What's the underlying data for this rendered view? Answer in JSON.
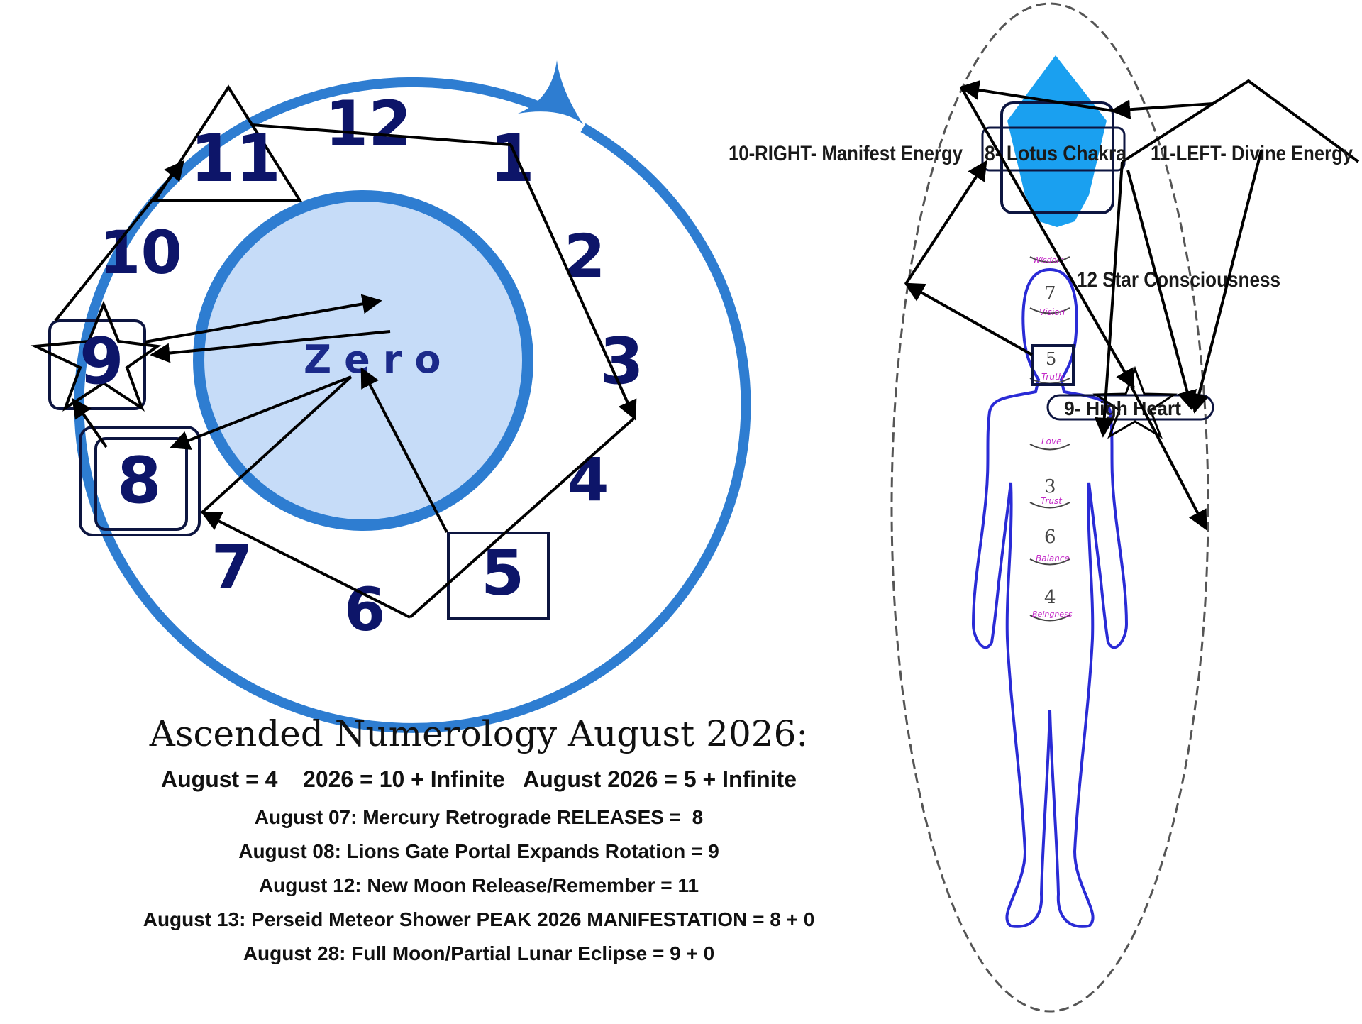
{
  "wheel": {
    "numbers": [
      "1",
      "2",
      "3",
      "4",
      "5",
      "6",
      "7",
      "8",
      "9",
      "10",
      "11",
      "12"
    ],
    "center_label": "Zero",
    "colors": {
      "ring": "#2e7dd1",
      "center_fill": "#c6dcf8",
      "numerals": "#0d1569"
    }
  },
  "chakra_figure": {
    "labels": {
      "right_manifest": "10-RIGHT- Manifest Energy",
      "lotus": "8- Lotus Chakra",
      "left_divine": "11-LEFT- Divine Energy",
      "star": "12  Star Consciousness",
      "high_heart": "9- High Heart"
    },
    "chakras": [
      {
        "number": "",
        "word": "Wisdom"
      },
      {
        "number": "7",
        "word": "Vision"
      },
      {
        "number": "5",
        "word": "Truth"
      },
      {
        "number": "",
        "word": "Love"
      },
      {
        "number": "3",
        "word": "Trust"
      },
      {
        "number": "6",
        "word": "Balance"
      },
      {
        "number": "4",
        "word": "Beingness"
      }
    ],
    "colors": {
      "body": "#2a2bd6",
      "lotus": "#1aa0f0",
      "chakra_words": "#c42ac8"
    }
  },
  "text": {
    "title": "Ascended Numerology August 2026:",
    "line_summary": "August = 4    2026 = 10 + Infinite   August 2026 = 5 + Infinite",
    "dates": [
      "August 07: Mercury Retrograde RELEASES =  8",
      "August 08: Lions Gate Portal Expands Rotation = 9",
      "August 12: New Moon Release/Remember = 11",
      "August 13: Perseid Meteor Shower PEAK 2026 MANIFESTATION = 8 + 0",
      "August 28: Full Moon/Partial Lunar Eclipse = 9 + 0"
    ]
  }
}
